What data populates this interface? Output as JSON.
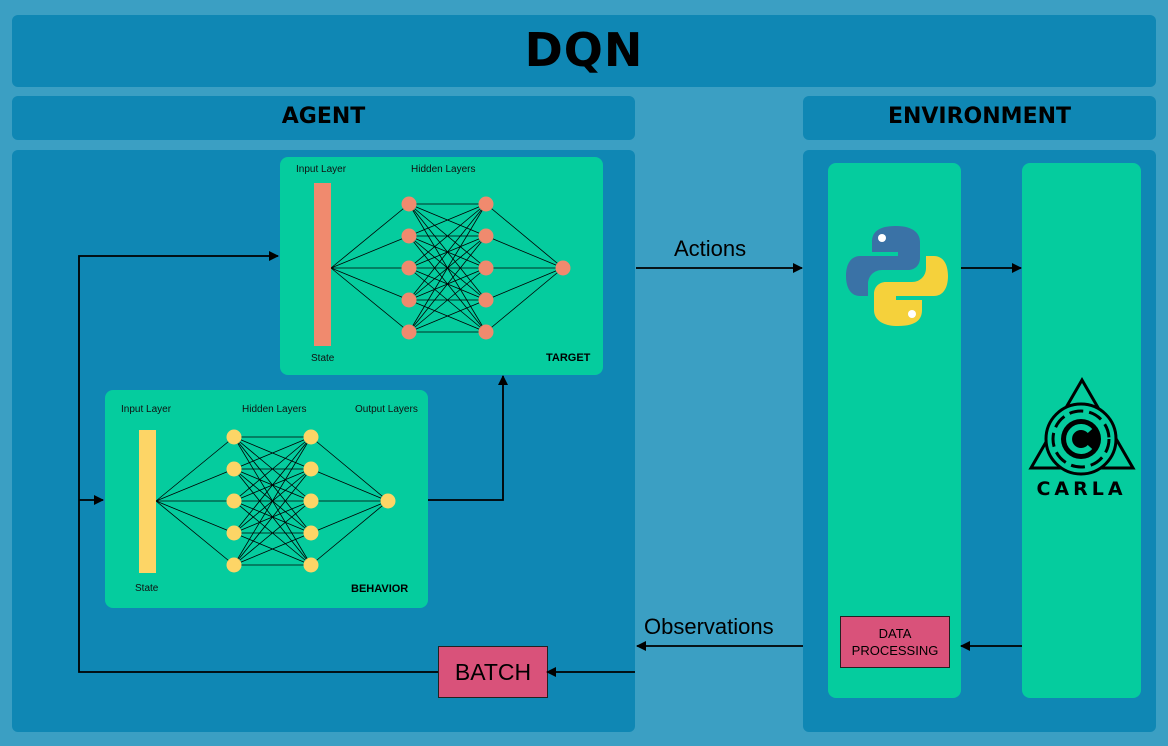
{
  "title": "DQN",
  "agent": {
    "header": "AGENT",
    "target": {
      "input_label": "Input Layer",
      "hidden_label": "Hidden Layers",
      "state_label": "State",
      "tag": "TARGET"
    },
    "behavior": {
      "input_label": "Input Layer",
      "hidden_label": "Hidden Layers",
      "output_label": "Output Layers",
      "state_label": "State",
      "tag": "BEHAVIOR"
    },
    "batch_label": "BATCH"
  },
  "environment": {
    "header": "ENVIRONMENT",
    "data_processing": [
      "DATA",
      "PROCESSING"
    ],
    "python_logo": "python-logo-icon",
    "carla_logo_text": "CARLA"
  },
  "flows": {
    "actions": "Actions",
    "observations": "Observations"
  },
  "colors": {
    "background": "#3b9fc3",
    "panel": "#0f87b4",
    "card": "#05cc9e",
    "target_nodes": "#f08a6e",
    "behavior_nodes": "#fdd566",
    "red_box": "#d9527a"
  }
}
